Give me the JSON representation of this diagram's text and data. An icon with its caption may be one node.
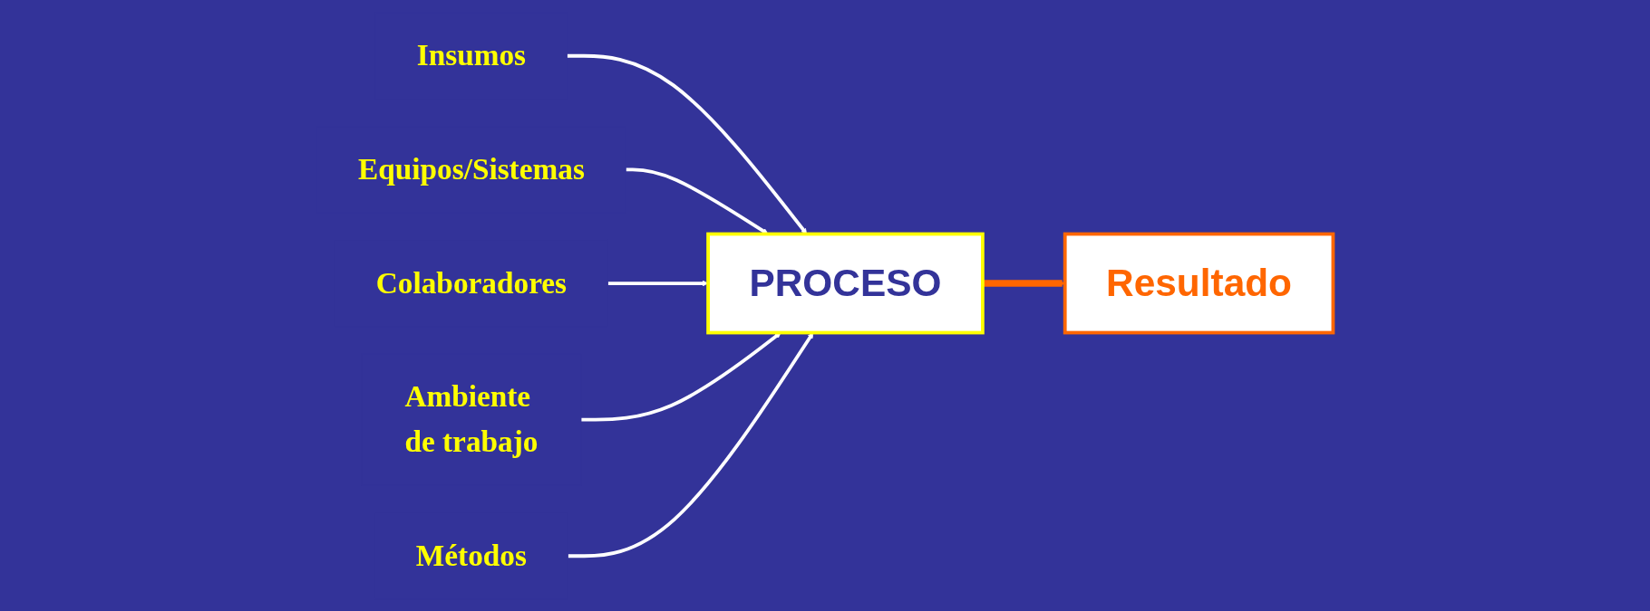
{
  "diagram": {
    "nodes": [
      {
        "text": [
          "Insumos"
        ]
      },
      {
        "text": [
          "Equipos/Sistemas"
        ]
      },
      {
        "text": [
          "Colaboradores"
        ]
      },
      {
        "text": [
          "PROCESO"
        ]
      },
      {
        "text": [
          "Resultado"
        ]
      },
      {
        "text": [
          "Ambiente de trabajo"
        ]
      },
      {
        "text": [
          "Métodos"
        ]
      }
    ],
    "edges": [
      {
        "from": 0,
        "to": 3,
        "arrow": "to"
      },
      {
        "from": 1,
        "to": 3,
        "arrow": "to"
      },
      {
        "from": 2,
        "to": 3,
        "arrow": "to"
      },
      {
        "from": 5,
        "to": 3,
        "arrow": "to"
      },
      {
        "from": 6,
        "to": 3,
        "arrow": "to"
      },
      {
        "from": 3,
        "to": 4,
        "arrow": "to",
        "style": "thick",
        "color": "#ff6600"
      }
    ]
  }
}
